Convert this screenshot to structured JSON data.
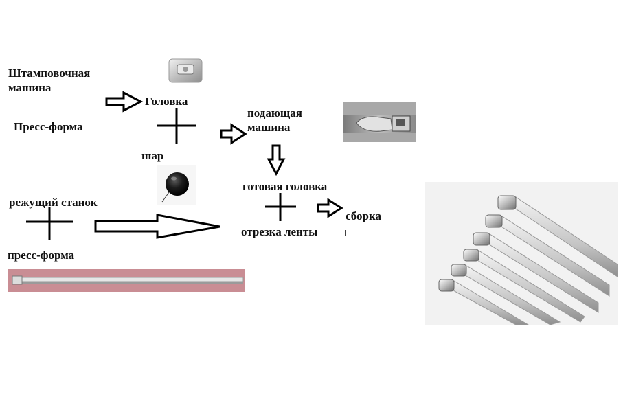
{
  "labels": {
    "stamping_machine": "Штамповочная машина",
    "press_form_1": "Пресс-форма",
    "head": "Головка",
    "ball": "шар",
    "feeding_machine": "подающая машина",
    "finished_head": "готовая головка",
    "cutting_machine": "режущий станок",
    "press_form_2": "пресс-форма",
    "tape_cut": "отрезка ленты",
    "assembly": "сборка"
  },
  "colors": {
    "text": "#111111",
    "stroke": "#000000",
    "metal": "#c9c9c9",
    "ball": "#1a1a1a",
    "strip_bg": "#c98d94"
  },
  "icons": {
    "head_part": "buckle-head-icon",
    "ball_part": "steel-ball-icon",
    "feeder_part": "cable-tie-head-closeup-icon",
    "strip_part": "steel-strip-icon",
    "ties_part": "steel-cable-ties-bundle-icon"
  }
}
